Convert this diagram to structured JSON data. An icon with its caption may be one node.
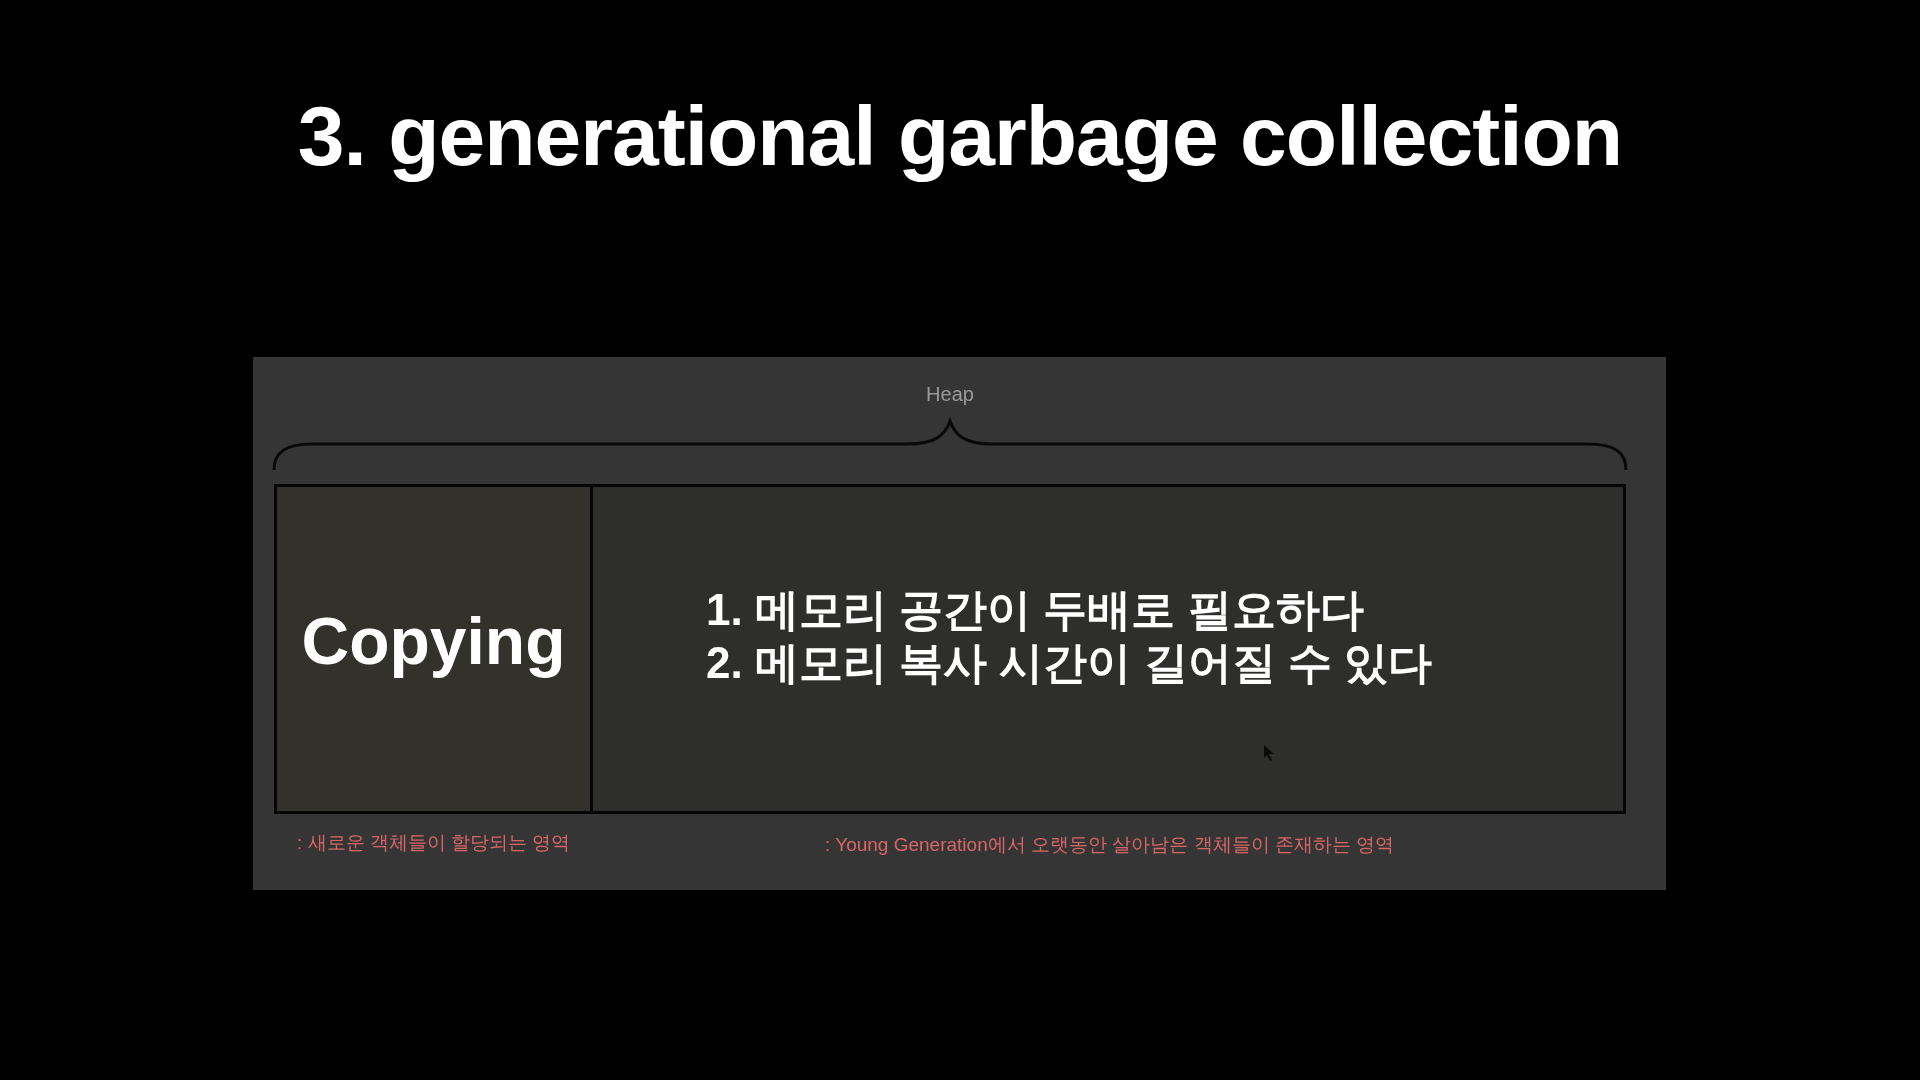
{
  "diagram": {
    "title": "3. generational garbage collection",
    "nodes": [
      {
        "text": [
          "Copying"
        ],
        "beside": [
          ": 새로운 객체들이 할당되는 영역"
        ]
      },
      {
        "text": [
          "1. 메모리 공간이 두배로 필요하다",
          "2. 메모리 복사 시간이 길어질 수 있다"
        ],
        "beside": [
          ": Young Generation에서 오랫동안 살아남은 객체들이 존재하는 영역"
        ]
      }
    ],
    "labels": [
      "Heap"
    ]
  }
}
